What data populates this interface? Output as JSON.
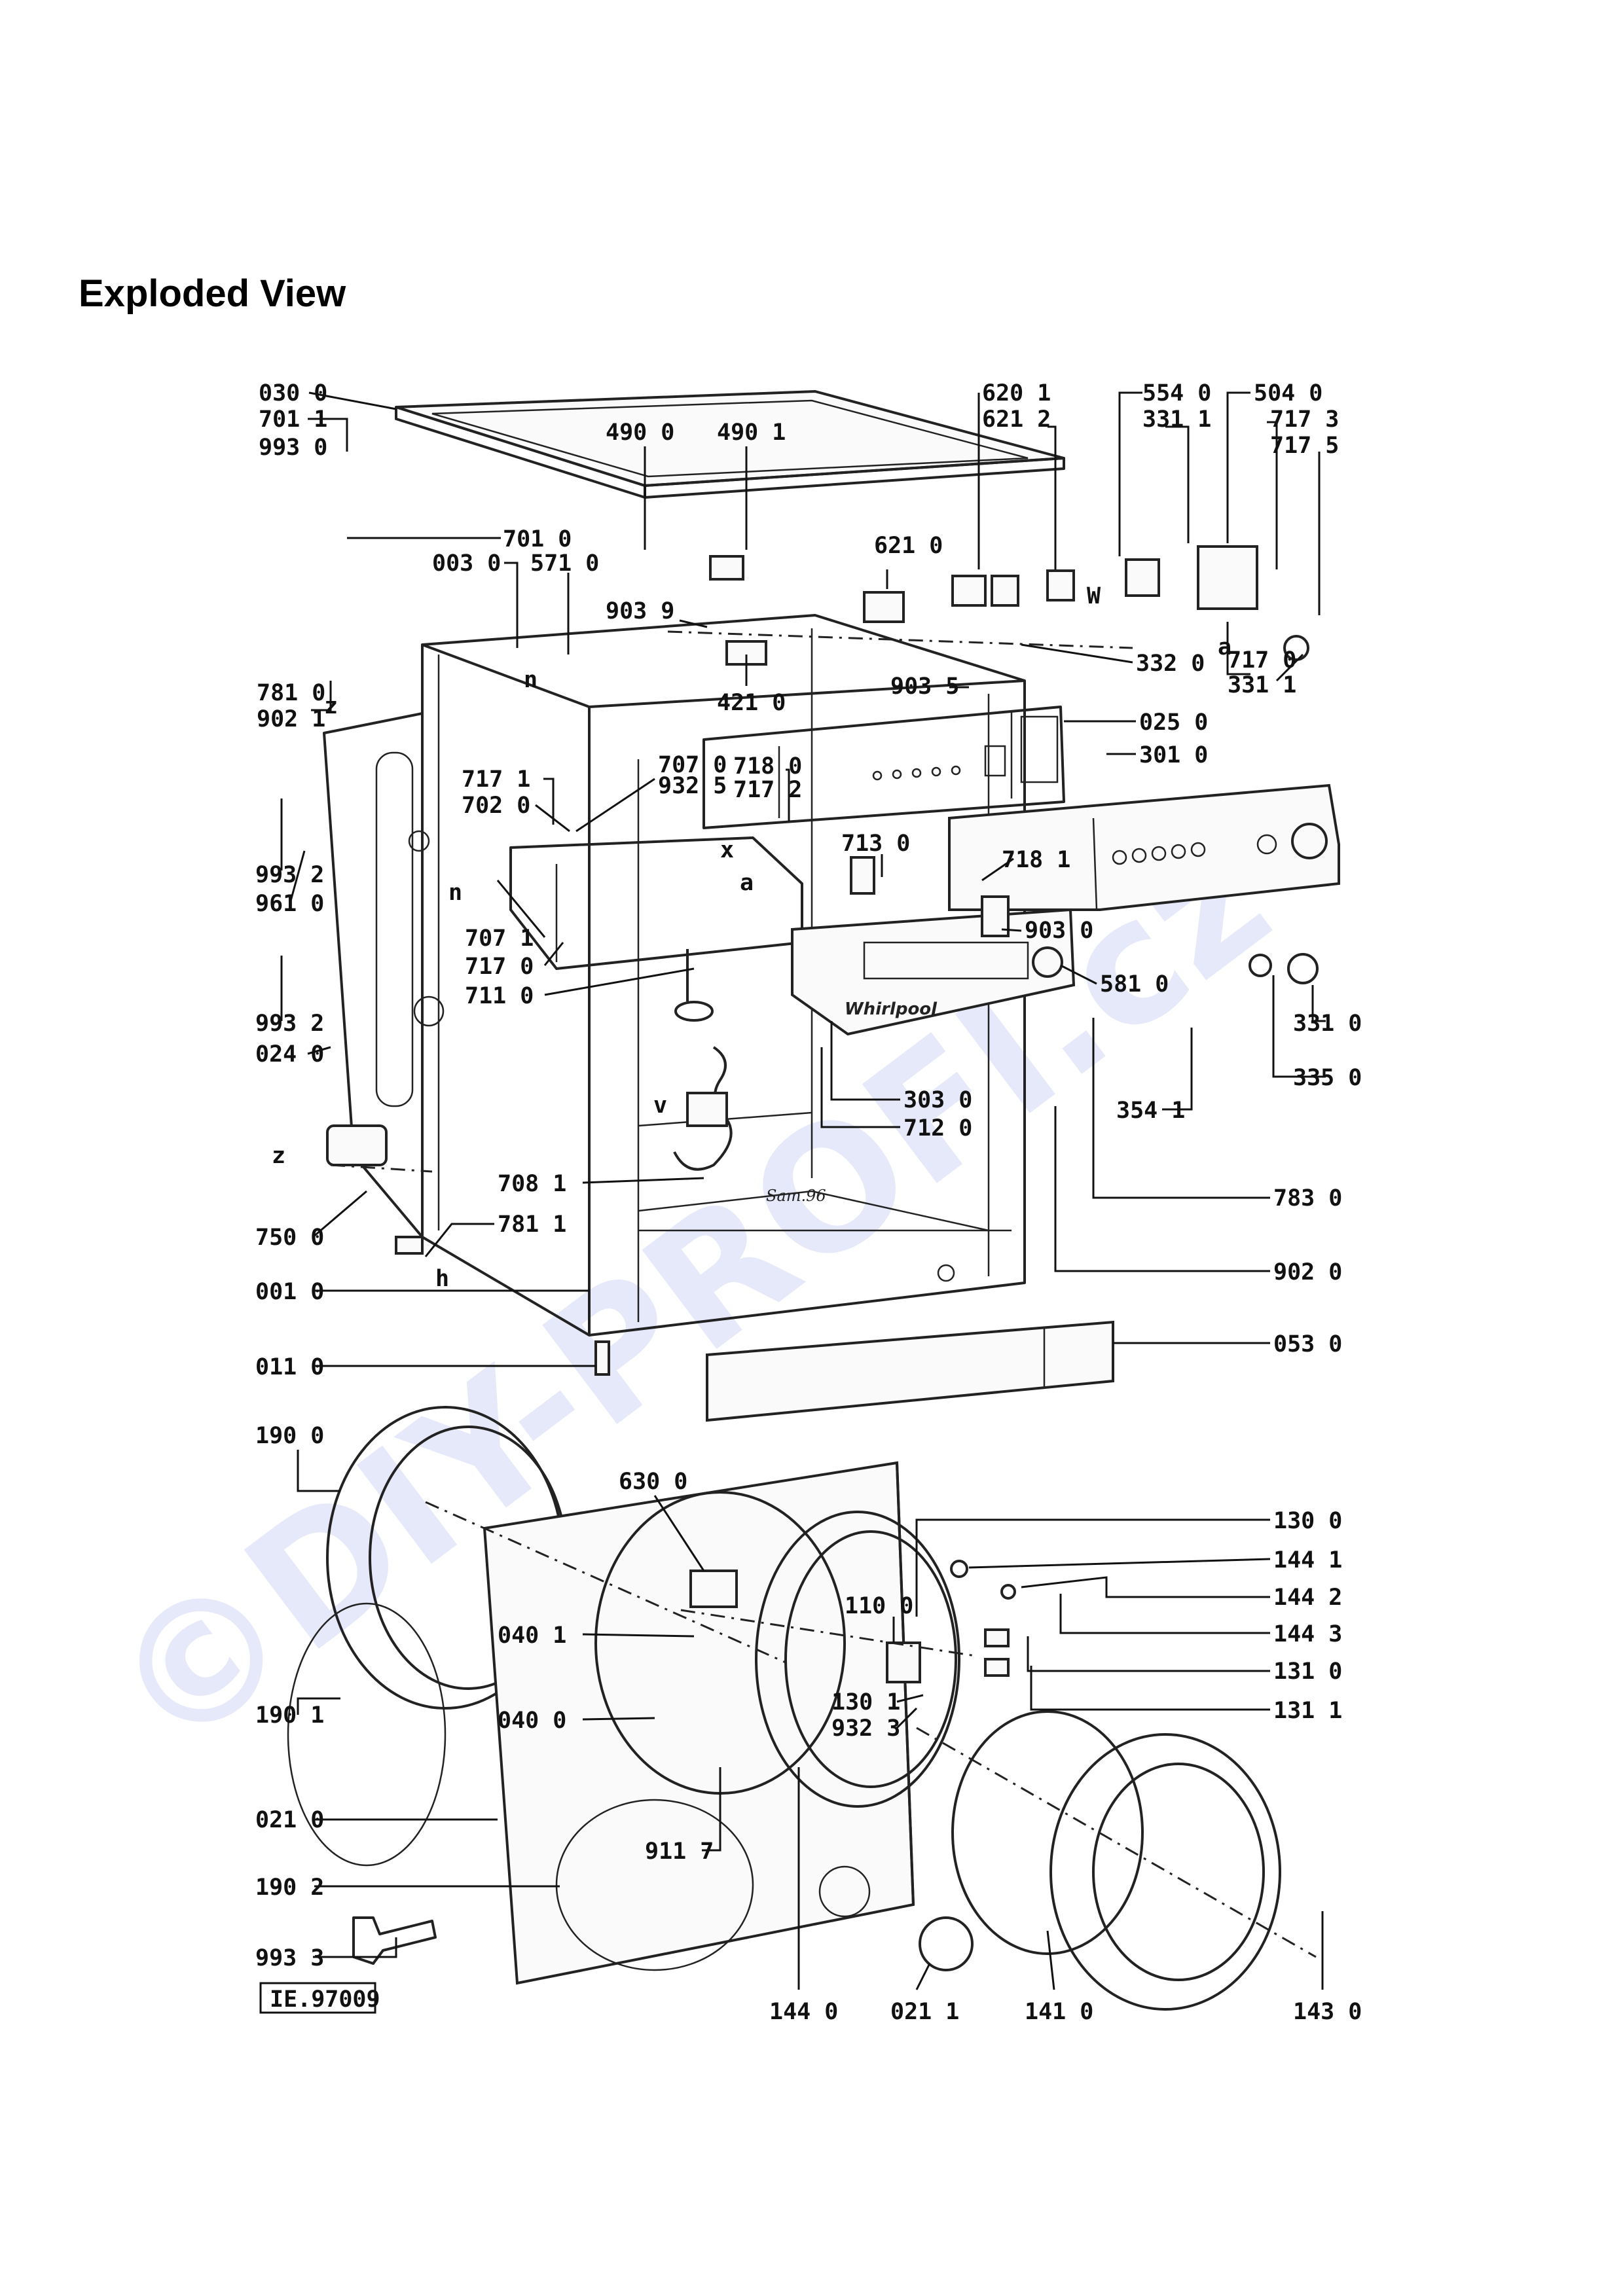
{
  "page": {
    "title": "Exploded View",
    "reference": "IE.97009",
    "watermark": "©DIY-PROFI.cz",
    "inscriptions": {
      "brand": "Whirlpool",
      "stamp": "Sam.96"
    }
  },
  "letters": [
    "z",
    "z",
    "n",
    "n",
    "x",
    "a",
    "a",
    "W",
    "v",
    "h"
  ],
  "parts": [
    "030 0",
    "701 1",
    "993 0",
    "701 0",
    "003 0",
    "571 0",
    "490 0",
    "490 1",
    "903 9",
    "781 0",
    "902 1",
    "421 0",
    "620 1",
    "621 2",
    "621 0",
    "554 0",
    "331 1",
    "504 0",
    "717 3",
    "717 5",
    "332 0",
    "717 0",
    "331 1",
    "903 5",
    "025 0",
    "301 0",
    "717 1",
    "702 0",
    "707 0",
    "932 5",
    "718 0",
    "717 2",
    "713 0",
    "718 1",
    "993 2",
    "961 0",
    "707 1",
    "717 0",
    "711 0",
    "903 0",
    "581 0",
    "331 0",
    "993 2",
    "024 0",
    "303 0",
    "712 0",
    "354 1",
    "335 0",
    "708 1",
    "783 0",
    "750 0",
    "781 1",
    "902 0",
    "001 0",
    "011 0",
    "053 0",
    "190 0",
    "630 0",
    "130 0",
    "144 1",
    "040 1",
    "110 0",
    "144 2",
    "144 3",
    "131 0",
    "131 1",
    "130 1",
    "932 3",
    "040 0",
    "190 1",
    "021 0",
    "911 7",
    "190 2",
    "993 3",
    "144 0",
    "021 1",
    "141 0",
    "143 0"
  ]
}
